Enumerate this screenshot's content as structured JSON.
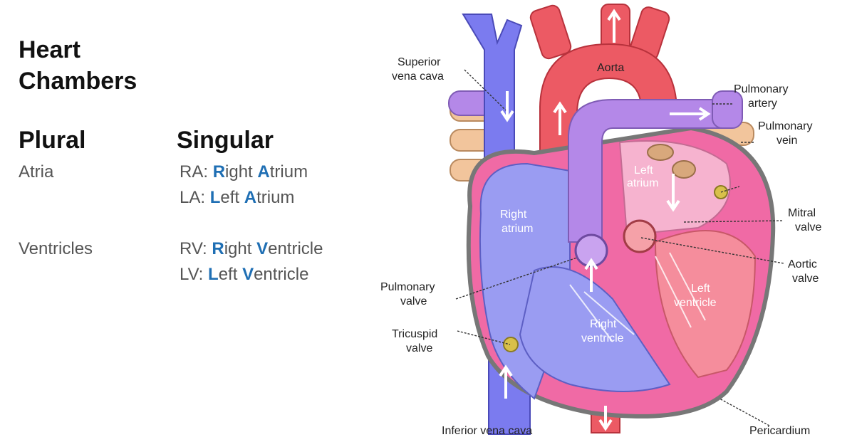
{
  "title": {
    "line1": "Heart",
    "line2": "Chambers"
  },
  "columns": {
    "plural": "Plural",
    "singular": "Singular"
  },
  "rows": [
    {
      "plural": "Atria",
      "singular": [
        {
          "abbr": "RA:",
          "w1a": "R",
          "w1b": "ight",
          "w2a": "A",
          "w2b": "trium"
        },
        {
          "abbr": "LA:",
          "w1a": "L",
          "w1b": "eft",
          "w2a": "A",
          "w2b": "trium"
        }
      ]
    },
    {
      "plural": "Ventricles",
      "singular": [
        {
          "abbr": "RV:",
          "w1a": "R",
          "w1b": "ight",
          "w2a": "V",
          "w2b": "entricle"
        },
        {
          "abbr": "LV:",
          "w1a": "L",
          "w1b": "eft",
          "w2a": "V",
          "w2b": "entricle"
        }
      ]
    }
  ],
  "highlight_color": "#1f6fb4",
  "diagram_labels": {
    "superior_vena_cava": [
      "Superior",
      "vena  cava"
    ],
    "aorta": "Aorta",
    "pulmonary_artery": [
      "Pulmonary",
      "artery"
    ],
    "pulmonary_vein": [
      "Pulmonary",
      "vein"
    ],
    "left_atrium": [
      "Left",
      "atrium"
    ],
    "right_atrium": [
      "Right",
      "atrium"
    ],
    "mitral_valve": [
      "Mitral",
      "valve"
    ],
    "aortic_valve": [
      "Aortic",
      "valve"
    ],
    "pulmonary_valve": [
      "Pulmonary",
      "valve"
    ],
    "left_ventricle": [
      "Left",
      "ventricle"
    ],
    "tricuspid_valve": [
      "Tricuspid",
      "valve"
    ],
    "right_ventricle": [
      "Right",
      "ventricle"
    ],
    "inferior_vena_cava": "Inferior vena cava",
    "pericardium": "Pericardium"
  },
  "colors": {
    "vena_cava": "#7b7bef",
    "aorta": "#ec5a64",
    "pulmonary": "#b488e8",
    "vein": "#f2c59c",
    "left_heart": "#f06aa5",
    "right_heart": "#9a9cf2"
  }
}
